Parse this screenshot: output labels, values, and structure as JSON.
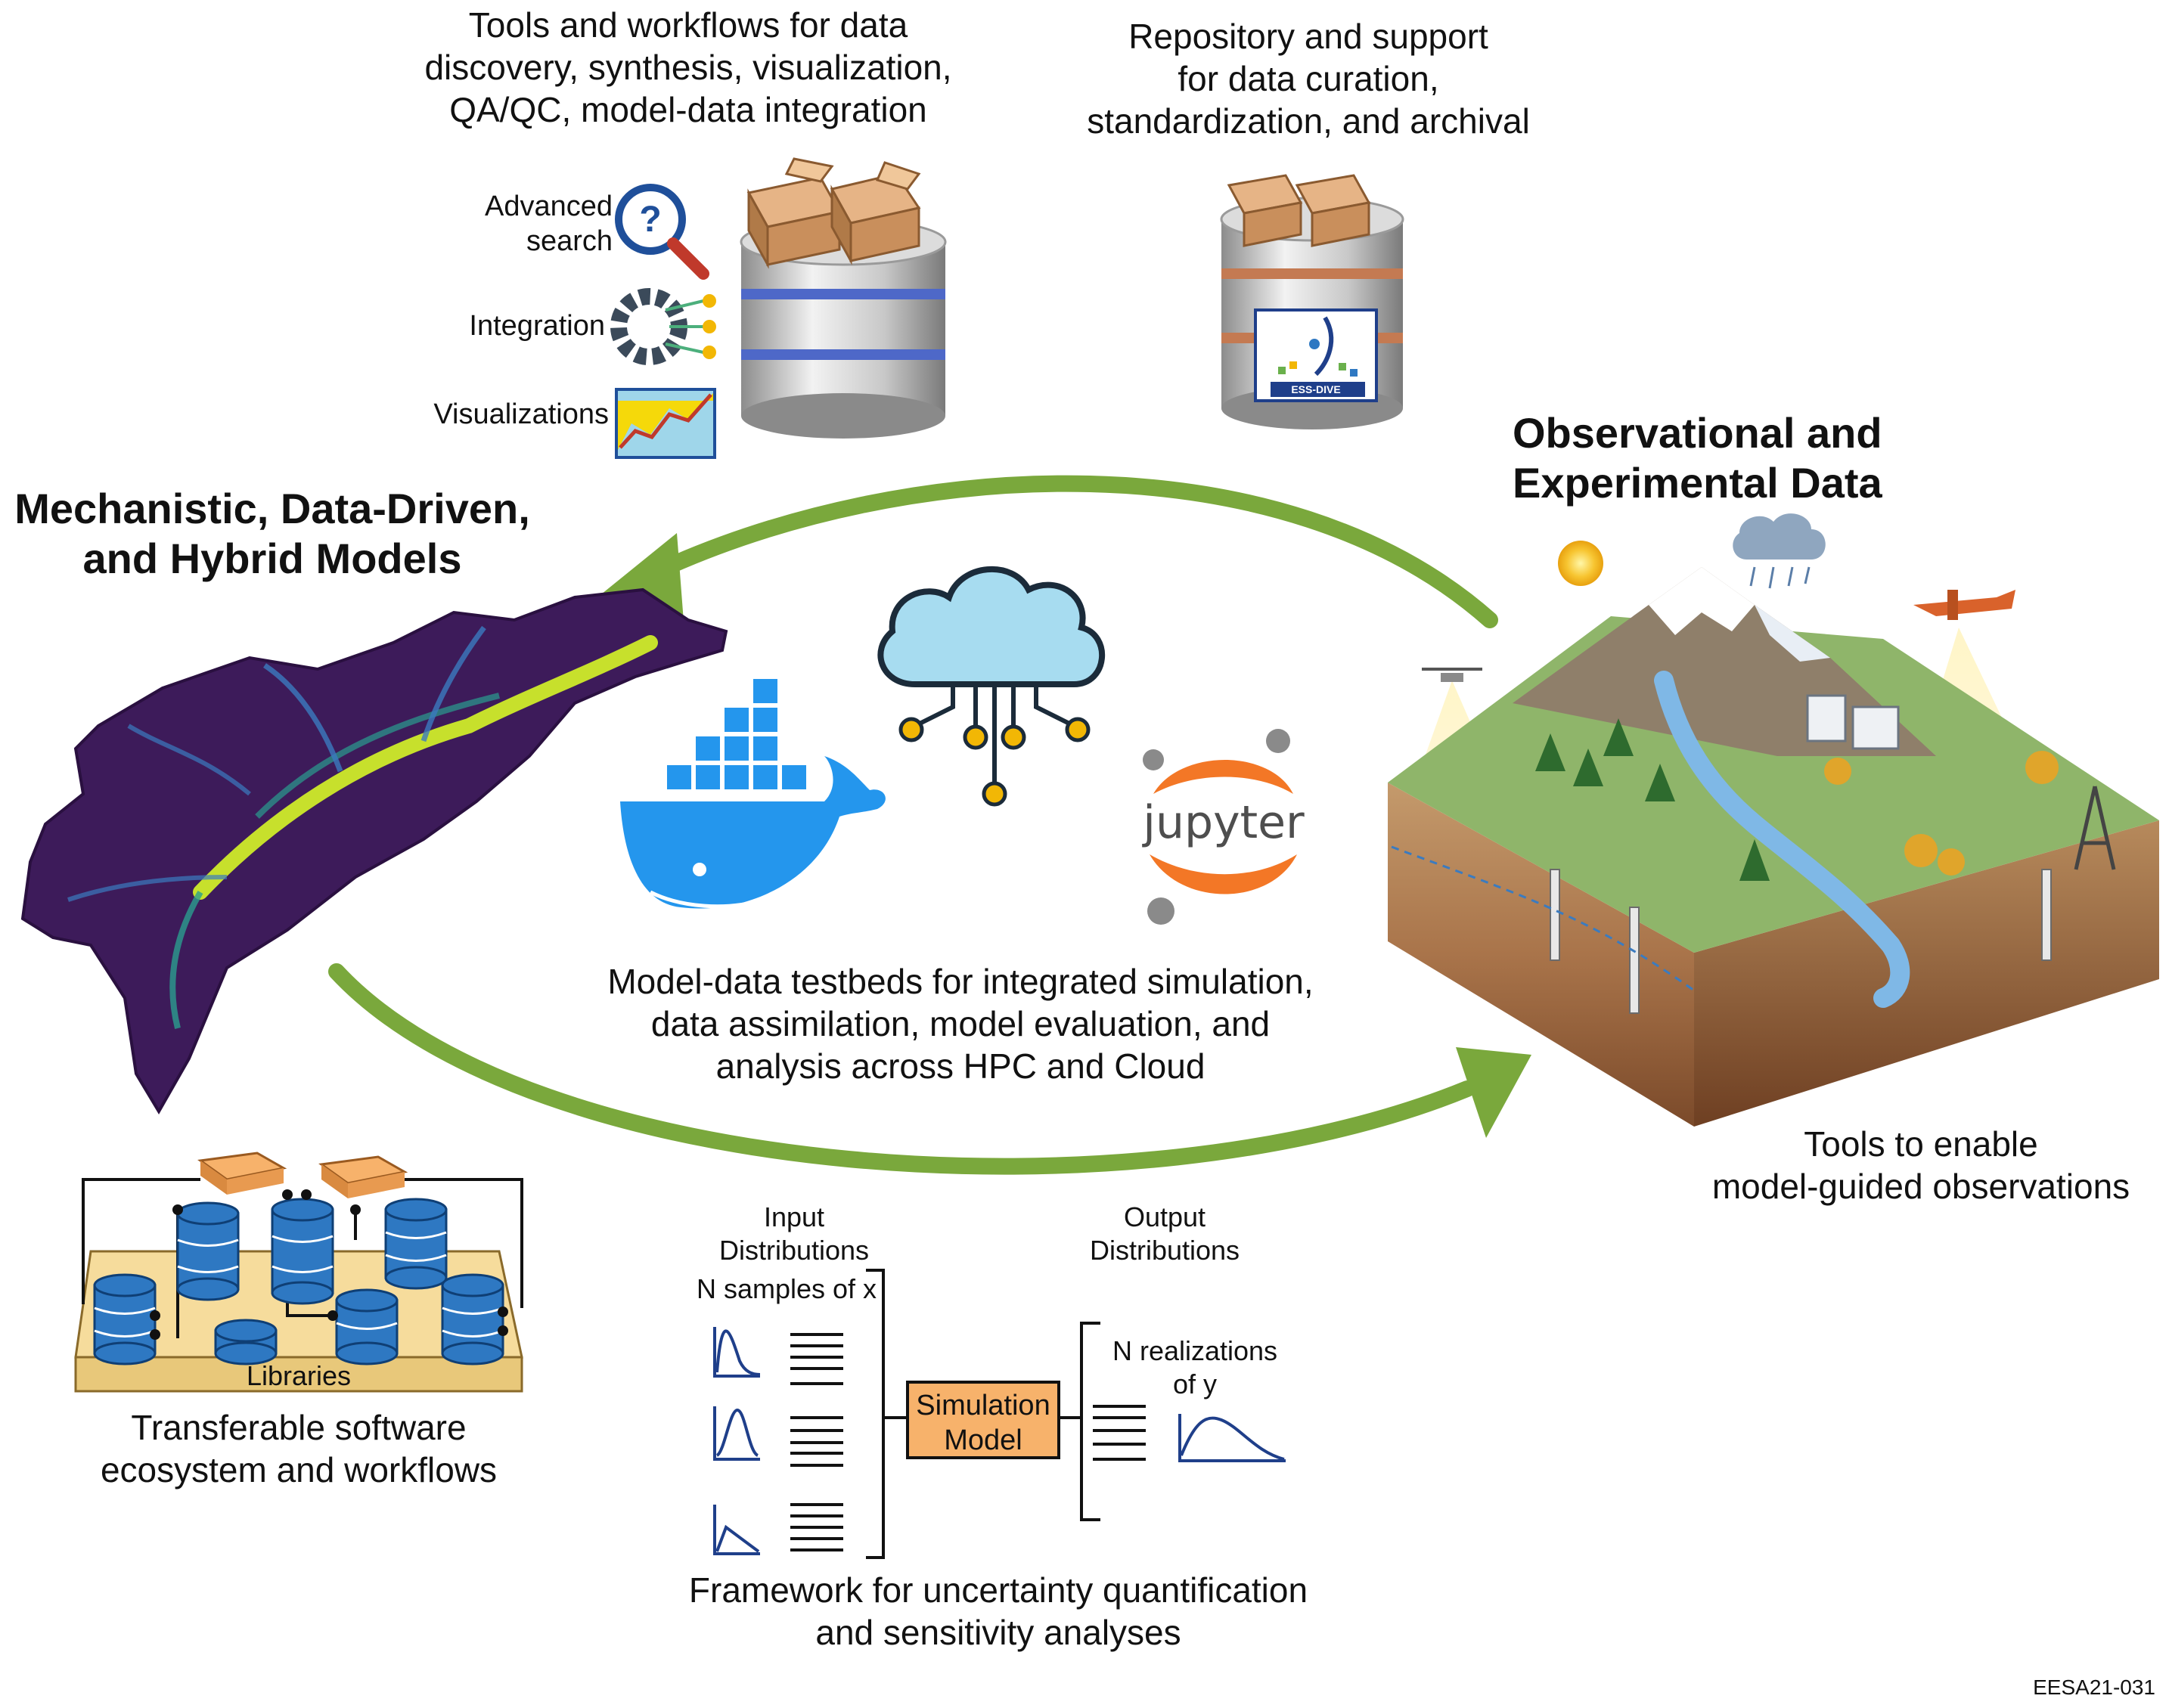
{
  "top_left": {
    "caption_lines": [
      "Tools and workflows for data",
      "discovery, synthesis, visualization,",
      "QA/QC, model-data integration"
    ],
    "icons": [
      {
        "label_lines": [
          "Advanced",
          "search"
        ],
        "icon": "search-question-icon"
      },
      {
        "label": "Integration",
        "icon": "gear-network-icon"
      },
      {
        "label": "Visualizations",
        "icon": "line-chart-icon"
      }
    ]
  },
  "top_right": {
    "caption_lines": [
      "Repository and support",
      "for data curation,",
      "standardization, and archival"
    ],
    "logo_text": "ESS-DIVE"
  },
  "models": {
    "heading_lines": [
      "Mechanistic, Data-Driven,",
      "and Hybrid Models"
    ]
  },
  "observations": {
    "heading_lines": [
      "Observational and",
      "Experimental Data"
    ],
    "caption_lines": [
      "Tools to enable",
      "model-guided observations"
    ]
  },
  "center": {
    "caption_lines": [
      "Model-data testbeds for integrated simulation,",
      "data assimilation, model evaluation, and",
      "analysis across HPC and Cloud"
    ],
    "jupyter_text": "jupyter"
  },
  "software": {
    "libraries_label": "Libraries",
    "caption_lines": [
      "Transferable software",
      "ecosystem and workflows"
    ]
  },
  "uq": {
    "input_label_lines": [
      "Input",
      "Distributions"
    ],
    "samples_label": "N samples of x",
    "simulation_label_lines": [
      "Simulation",
      "Model"
    ],
    "output_label_lines": [
      "Output",
      "Distributions"
    ],
    "realizations_label_lines": [
      "N realizations",
      "of y"
    ],
    "caption_lines": [
      "Framework for uncertainty quantification",
      "and sensitivity analyses"
    ]
  },
  "footer": {
    "code": "EESA21-031"
  },
  "colors": {
    "arrow": "#7aa83c",
    "basin": "#3d1b5a",
    "docker": "#2496ed",
    "jupyter": "#f37726",
    "cloud": "#a7dcf0",
    "database_blue": "#2e78c2",
    "box_orange": "#f7b26b",
    "library_board": "#f6dc9c"
  }
}
